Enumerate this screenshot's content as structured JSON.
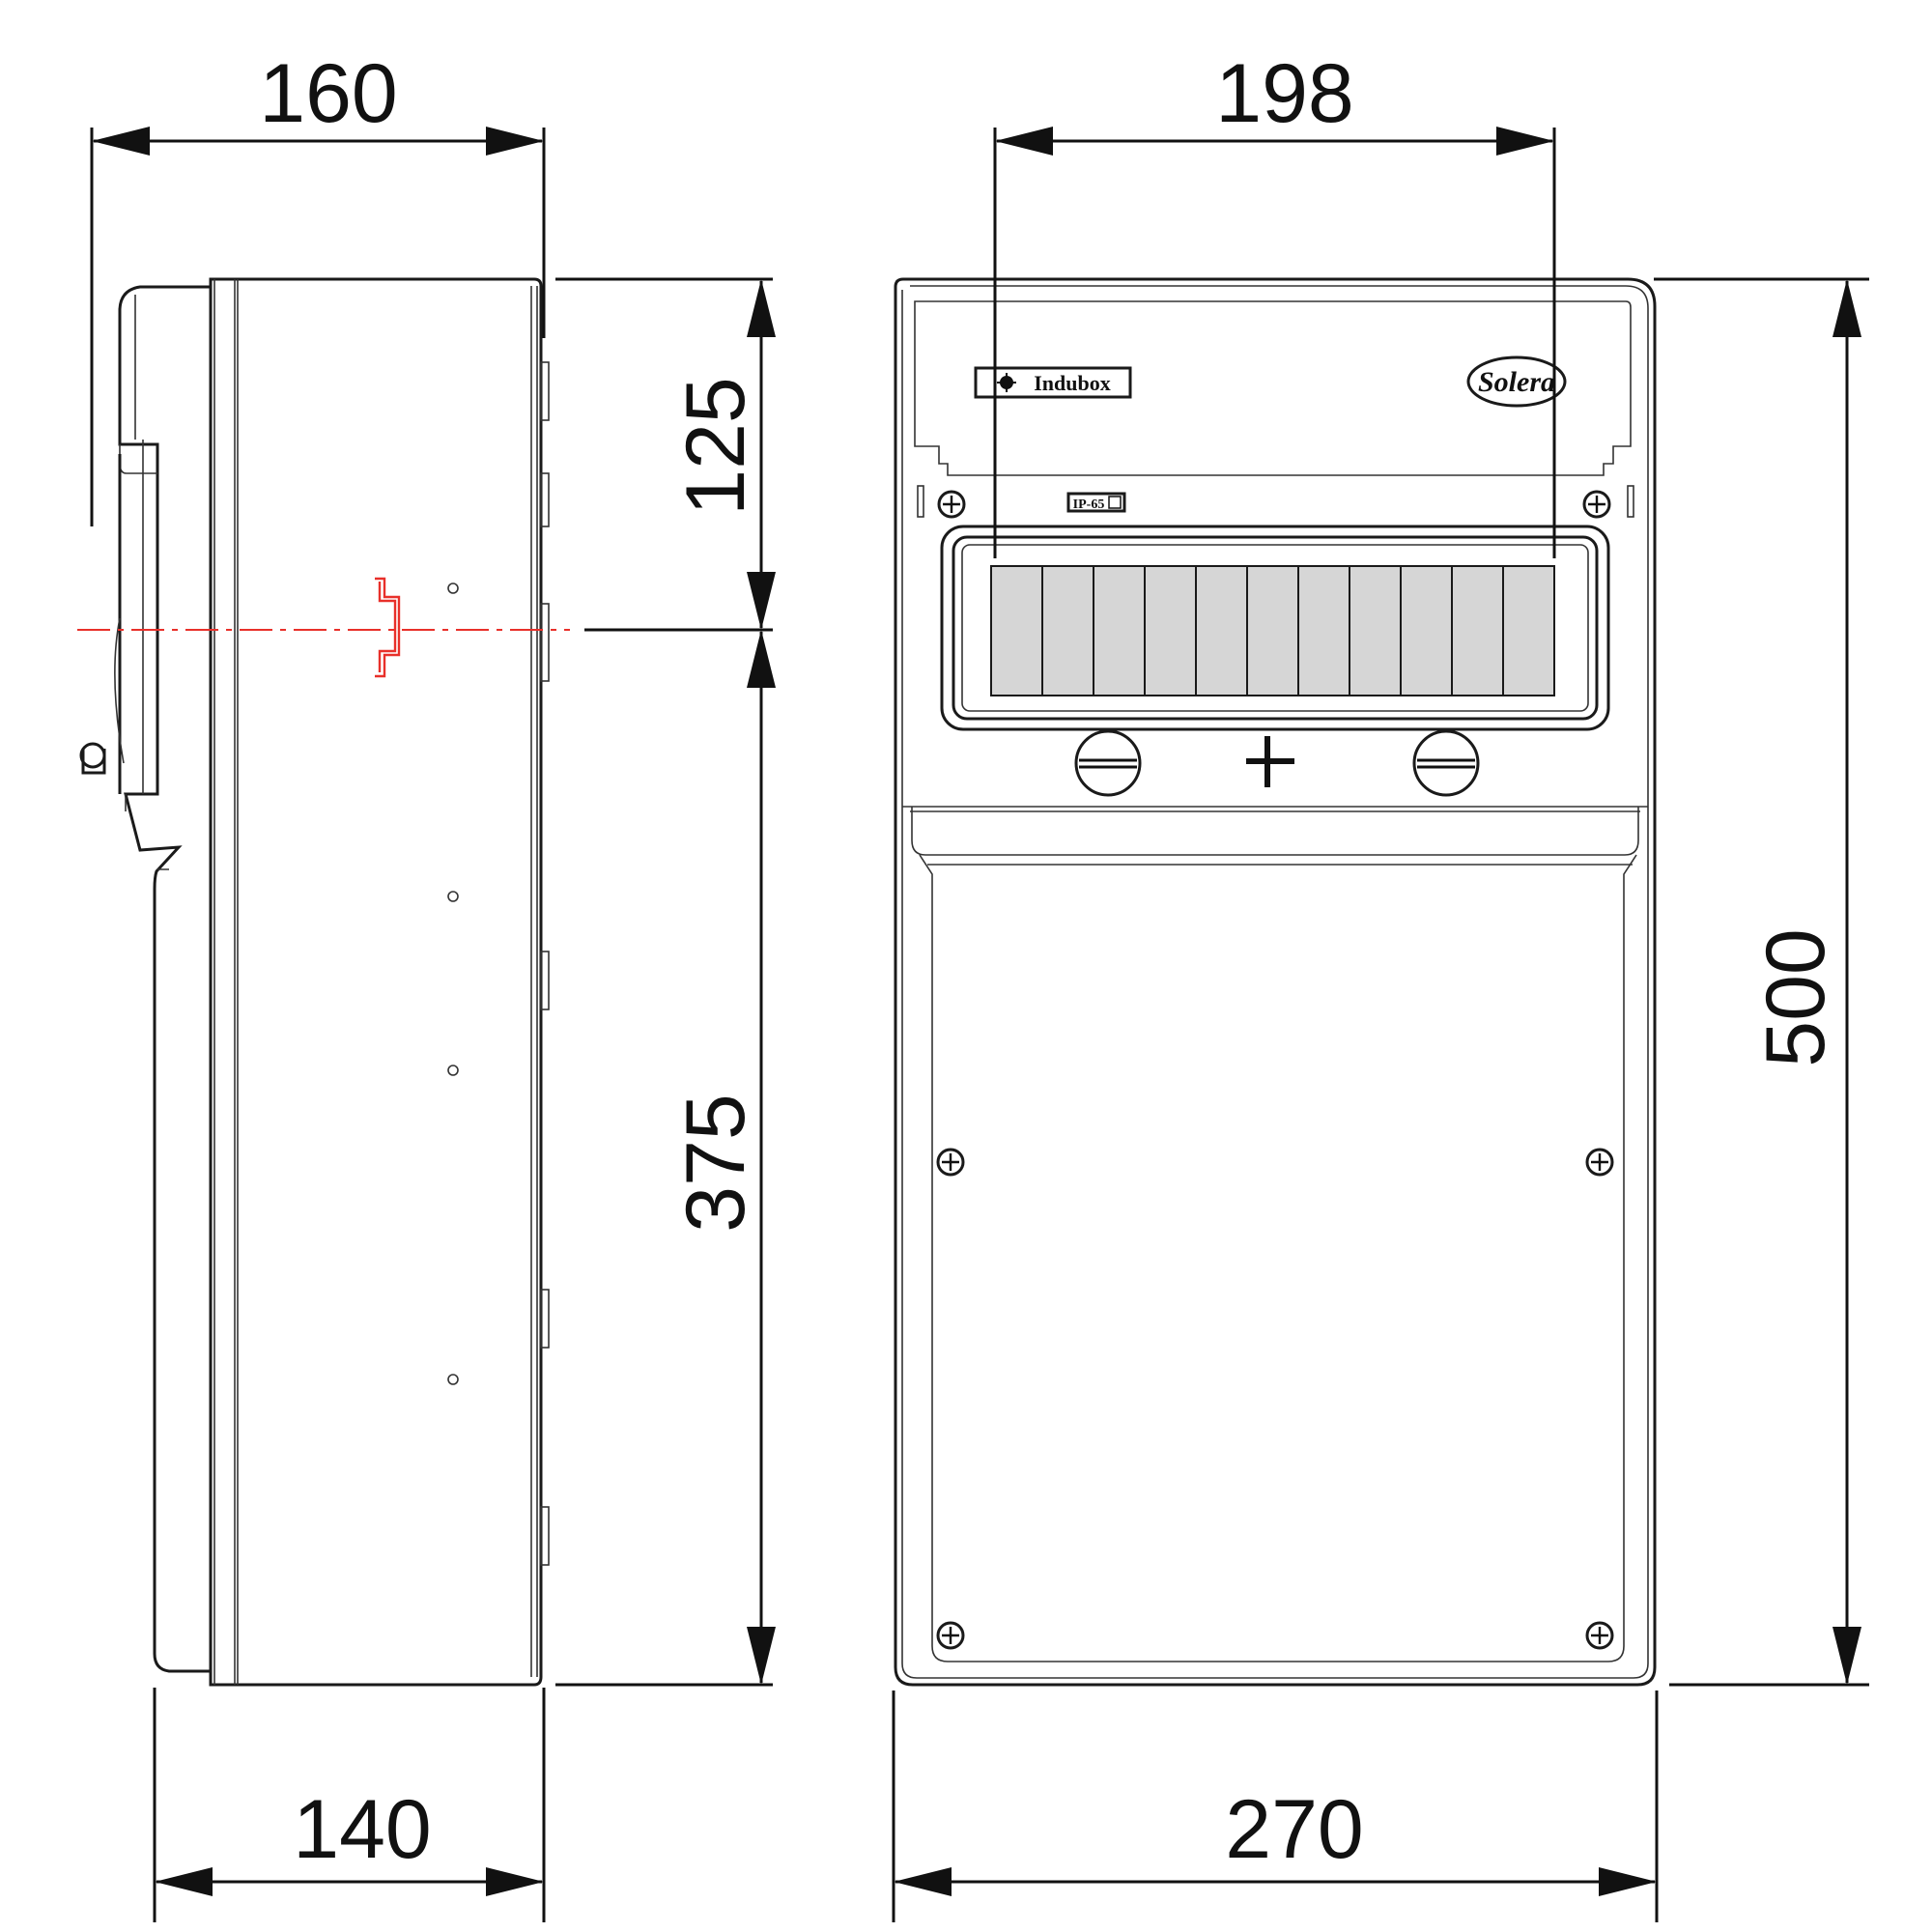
{
  "dimensions": {
    "side_depth_top": "160",
    "side_depth_bottom": "140",
    "front_module_width": "198",
    "front_overall_width": "270",
    "overall_height": "500",
    "upper_section_height": "125",
    "lower_section_height": "375"
  },
  "front_panel": {
    "brand_label": "Indubox",
    "brand_logo": "Solera",
    "ip_label": "IP-65",
    "module_count": 11
  },
  "colors": {
    "outline": "#1a1a1a",
    "module_fill": "#d6d6d6",
    "din_rail_axis": "#e8302a"
  }
}
